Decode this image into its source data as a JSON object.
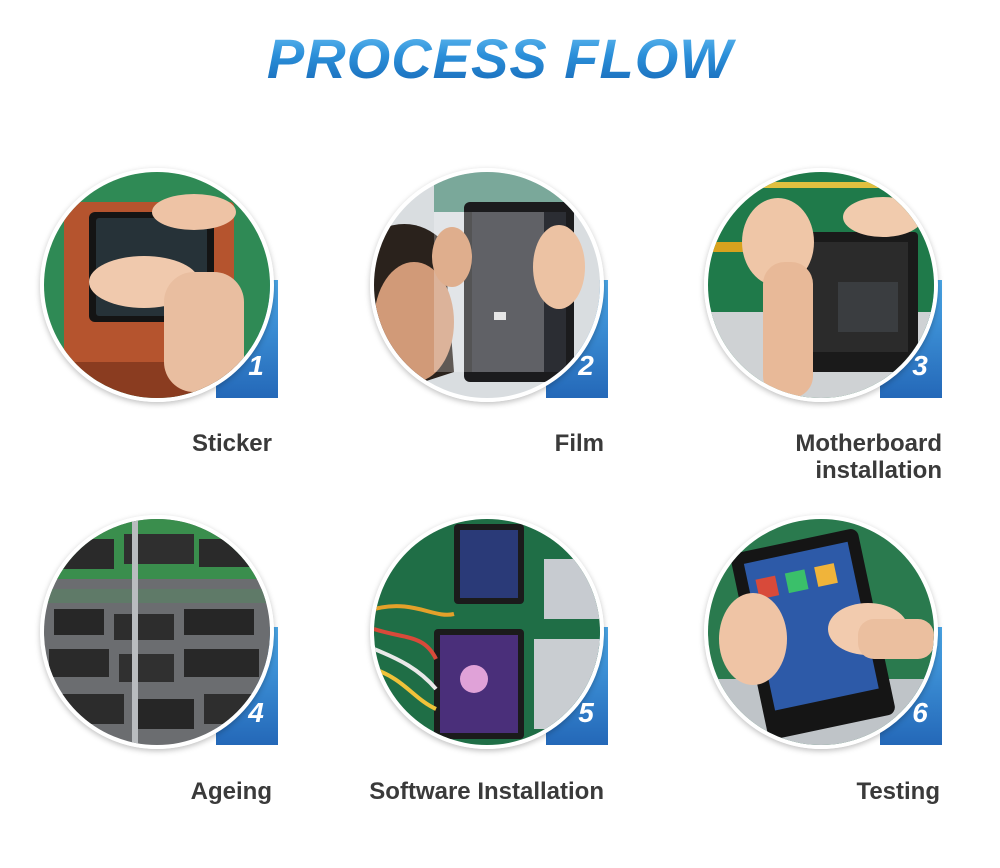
{
  "title": "PROCESS FLOW",
  "colors": {
    "title_blue": "#2b8fd9",
    "badge_blue": "#2468b8",
    "label_gray": "#3a3a3a"
  },
  "steps": [
    {
      "number": "1",
      "label": "Sticker"
    },
    {
      "number": "2",
      "label": "Film"
    },
    {
      "number": "3",
      "label": "Motherboard\ninstallation"
    },
    {
      "number": "4",
      "label": "Ageing"
    },
    {
      "number": "5",
      "label": "Software Installation"
    },
    {
      "number": "6",
      "label": "Testing"
    }
  ]
}
